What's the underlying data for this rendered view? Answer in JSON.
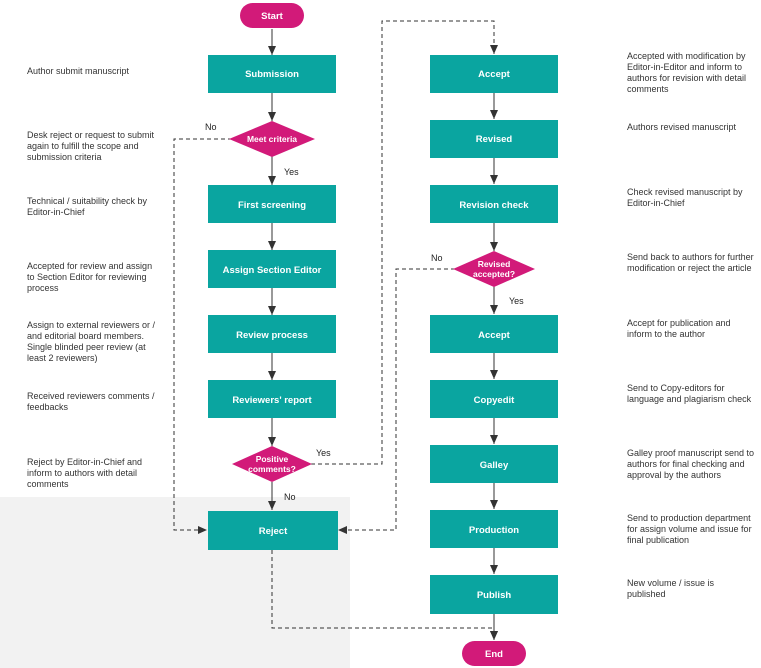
{
  "colors": {
    "process": "#0aa5a0",
    "decision": "#d21a79",
    "terminal": "#d21a79",
    "connector": "#333333"
  },
  "terminals": {
    "start": "Start",
    "end": "End"
  },
  "left_column": {
    "submission": "Submission",
    "meet_criteria": "Meet criteria",
    "first_screening": "First screening",
    "assign_section_editor": "Assign Section Editor",
    "review_process": "Review process",
    "reviewers_report": "Reviewers' report",
    "positive_comments": [
      "Positive",
      "comments?"
    ],
    "reject": "Reject"
  },
  "right_column": {
    "accept_revision": "Accept",
    "revised": "Revised",
    "revision_check": "Revision check",
    "revised_accepted": [
      "Revised",
      "accepted?"
    ],
    "accept_publication": "Accept",
    "copyedit": "Copyedit",
    "galley": "Galley",
    "production": "Production",
    "publish": "Publish"
  },
  "branch_labels": {
    "meet_criteria_no": "No",
    "meet_criteria_yes": "Yes",
    "positive_yes": "Yes",
    "positive_no": "No",
    "revised_no": "No",
    "revised_yes": "Yes"
  },
  "notes_left": [
    "Author submit manuscript",
    "Desk reject or request to submit again to fulfill the scope and submission criteria",
    "Technical / suitability check by Editor-in-Chief",
    "Accepted for review and assign to Section Editor for reviewing process",
    "Assign to external reviewers or / and editorial board members. Single blinded peer review (at least 2 reviewers)",
    "Received reviewers comments / feedbacks",
    "Reject by Editor-in-Chief and inform to authors with detail comments"
  ],
  "notes_right": [
    "Accepted with modification by Editor-in-Editor and inform to authors for revision with detail comments",
    "Authors revised manuscript",
    "Check revised manuscript by Editor-in-Chief",
    "Send back to authors for further modification or reject the article",
    "Accept for publication and inform to the author",
    "Send to Copy-editors for language and plagiarism check",
    "Galley proof manuscript send to authors for final checking and approval by the authors",
    "Send to production department for assign volume and issue for final publication",
    "New volume / issue is published"
  ]
}
